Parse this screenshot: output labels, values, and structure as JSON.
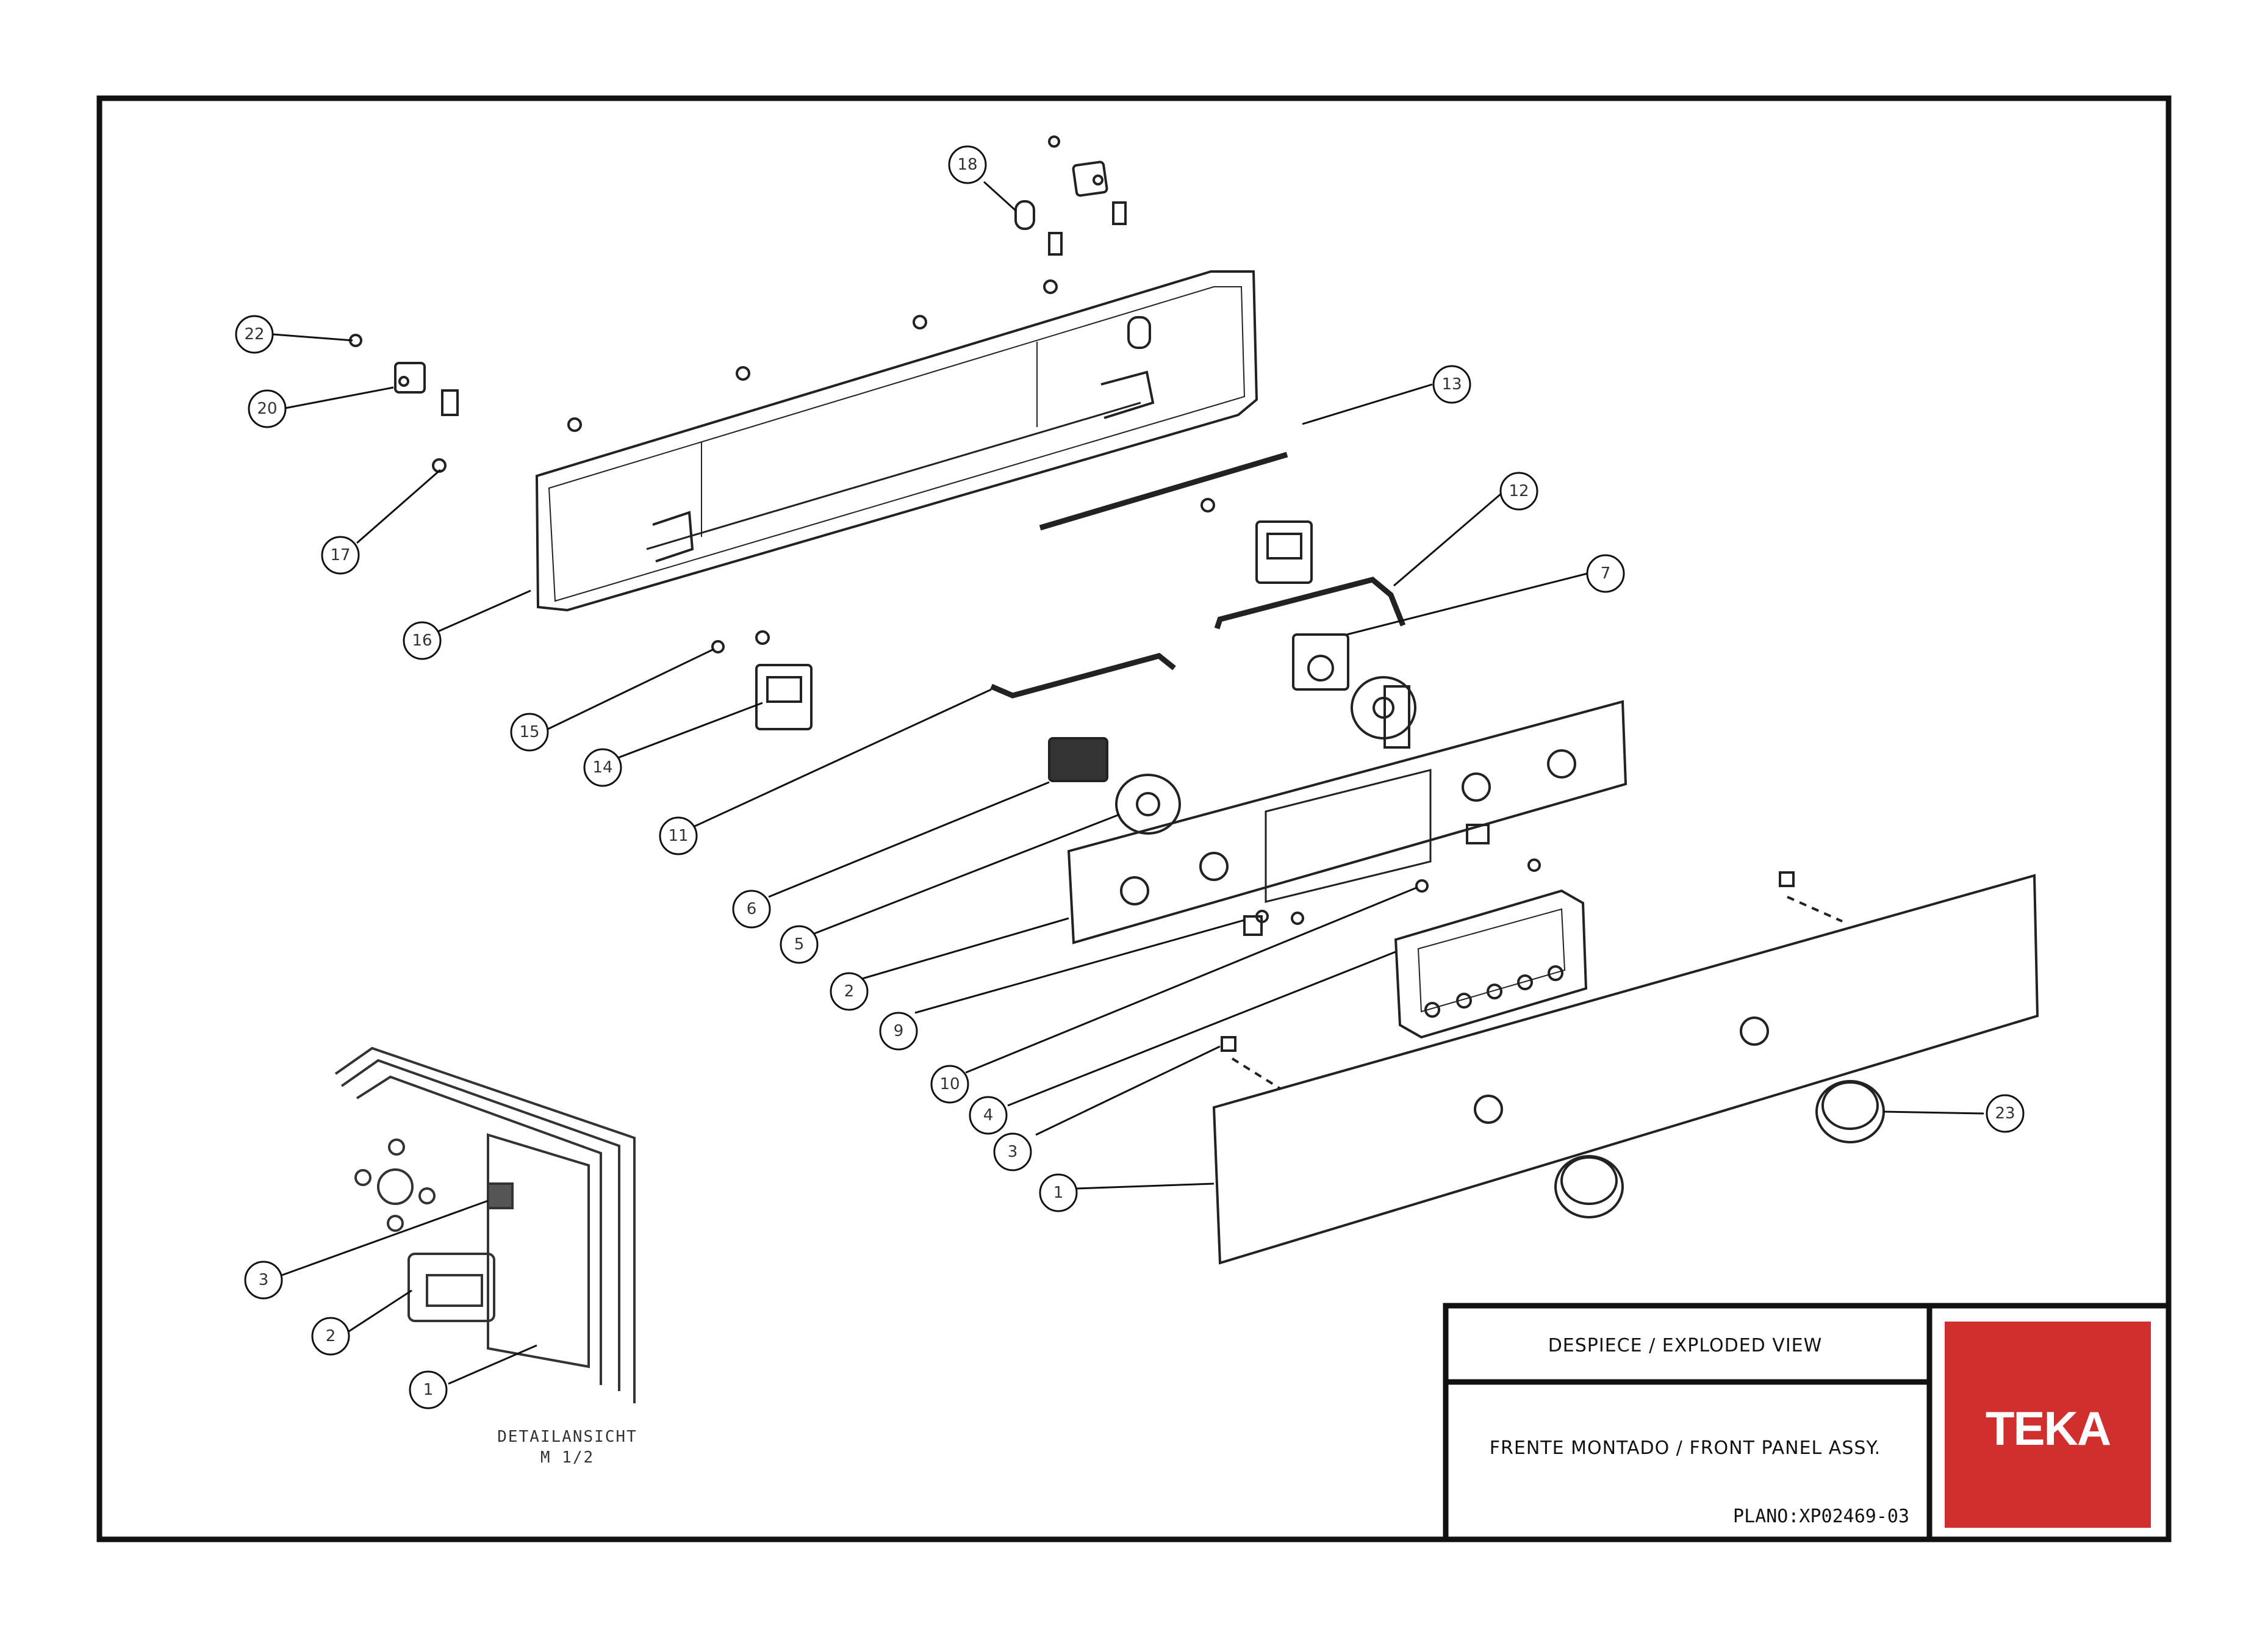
{
  "title_block": {
    "line1": "DESPIECE / EXPLODED VIEW",
    "line2": "FRENTE MONTADO / FRONT PANEL ASSY.",
    "plano": "PLANO:XP02469-03",
    "brand": "TEKA",
    "brand_color": "#d12e2e"
  },
  "detail": {
    "caption_line1": "DETAILANSICHT",
    "caption_line2": "M 1/2"
  },
  "callouts": {
    "c18": "18",
    "c22": "22",
    "c20": "20",
    "c17": "17",
    "c16": "16",
    "c13": "13",
    "c12": "12",
    "c7": "7",
    "c15": "15",
    "c14": "14",
    "c11": "11",
    "c6": "6",
    "c5": "5",
    "c2": "2",
    "c9": "9",
    "c10": "10",
    "c4": "4",
    "c3": "3",
    "c1": "1",
    "c23": "23",
    "d3": "3",
    "d2": "2",
    "d1": "1"
  }
}
